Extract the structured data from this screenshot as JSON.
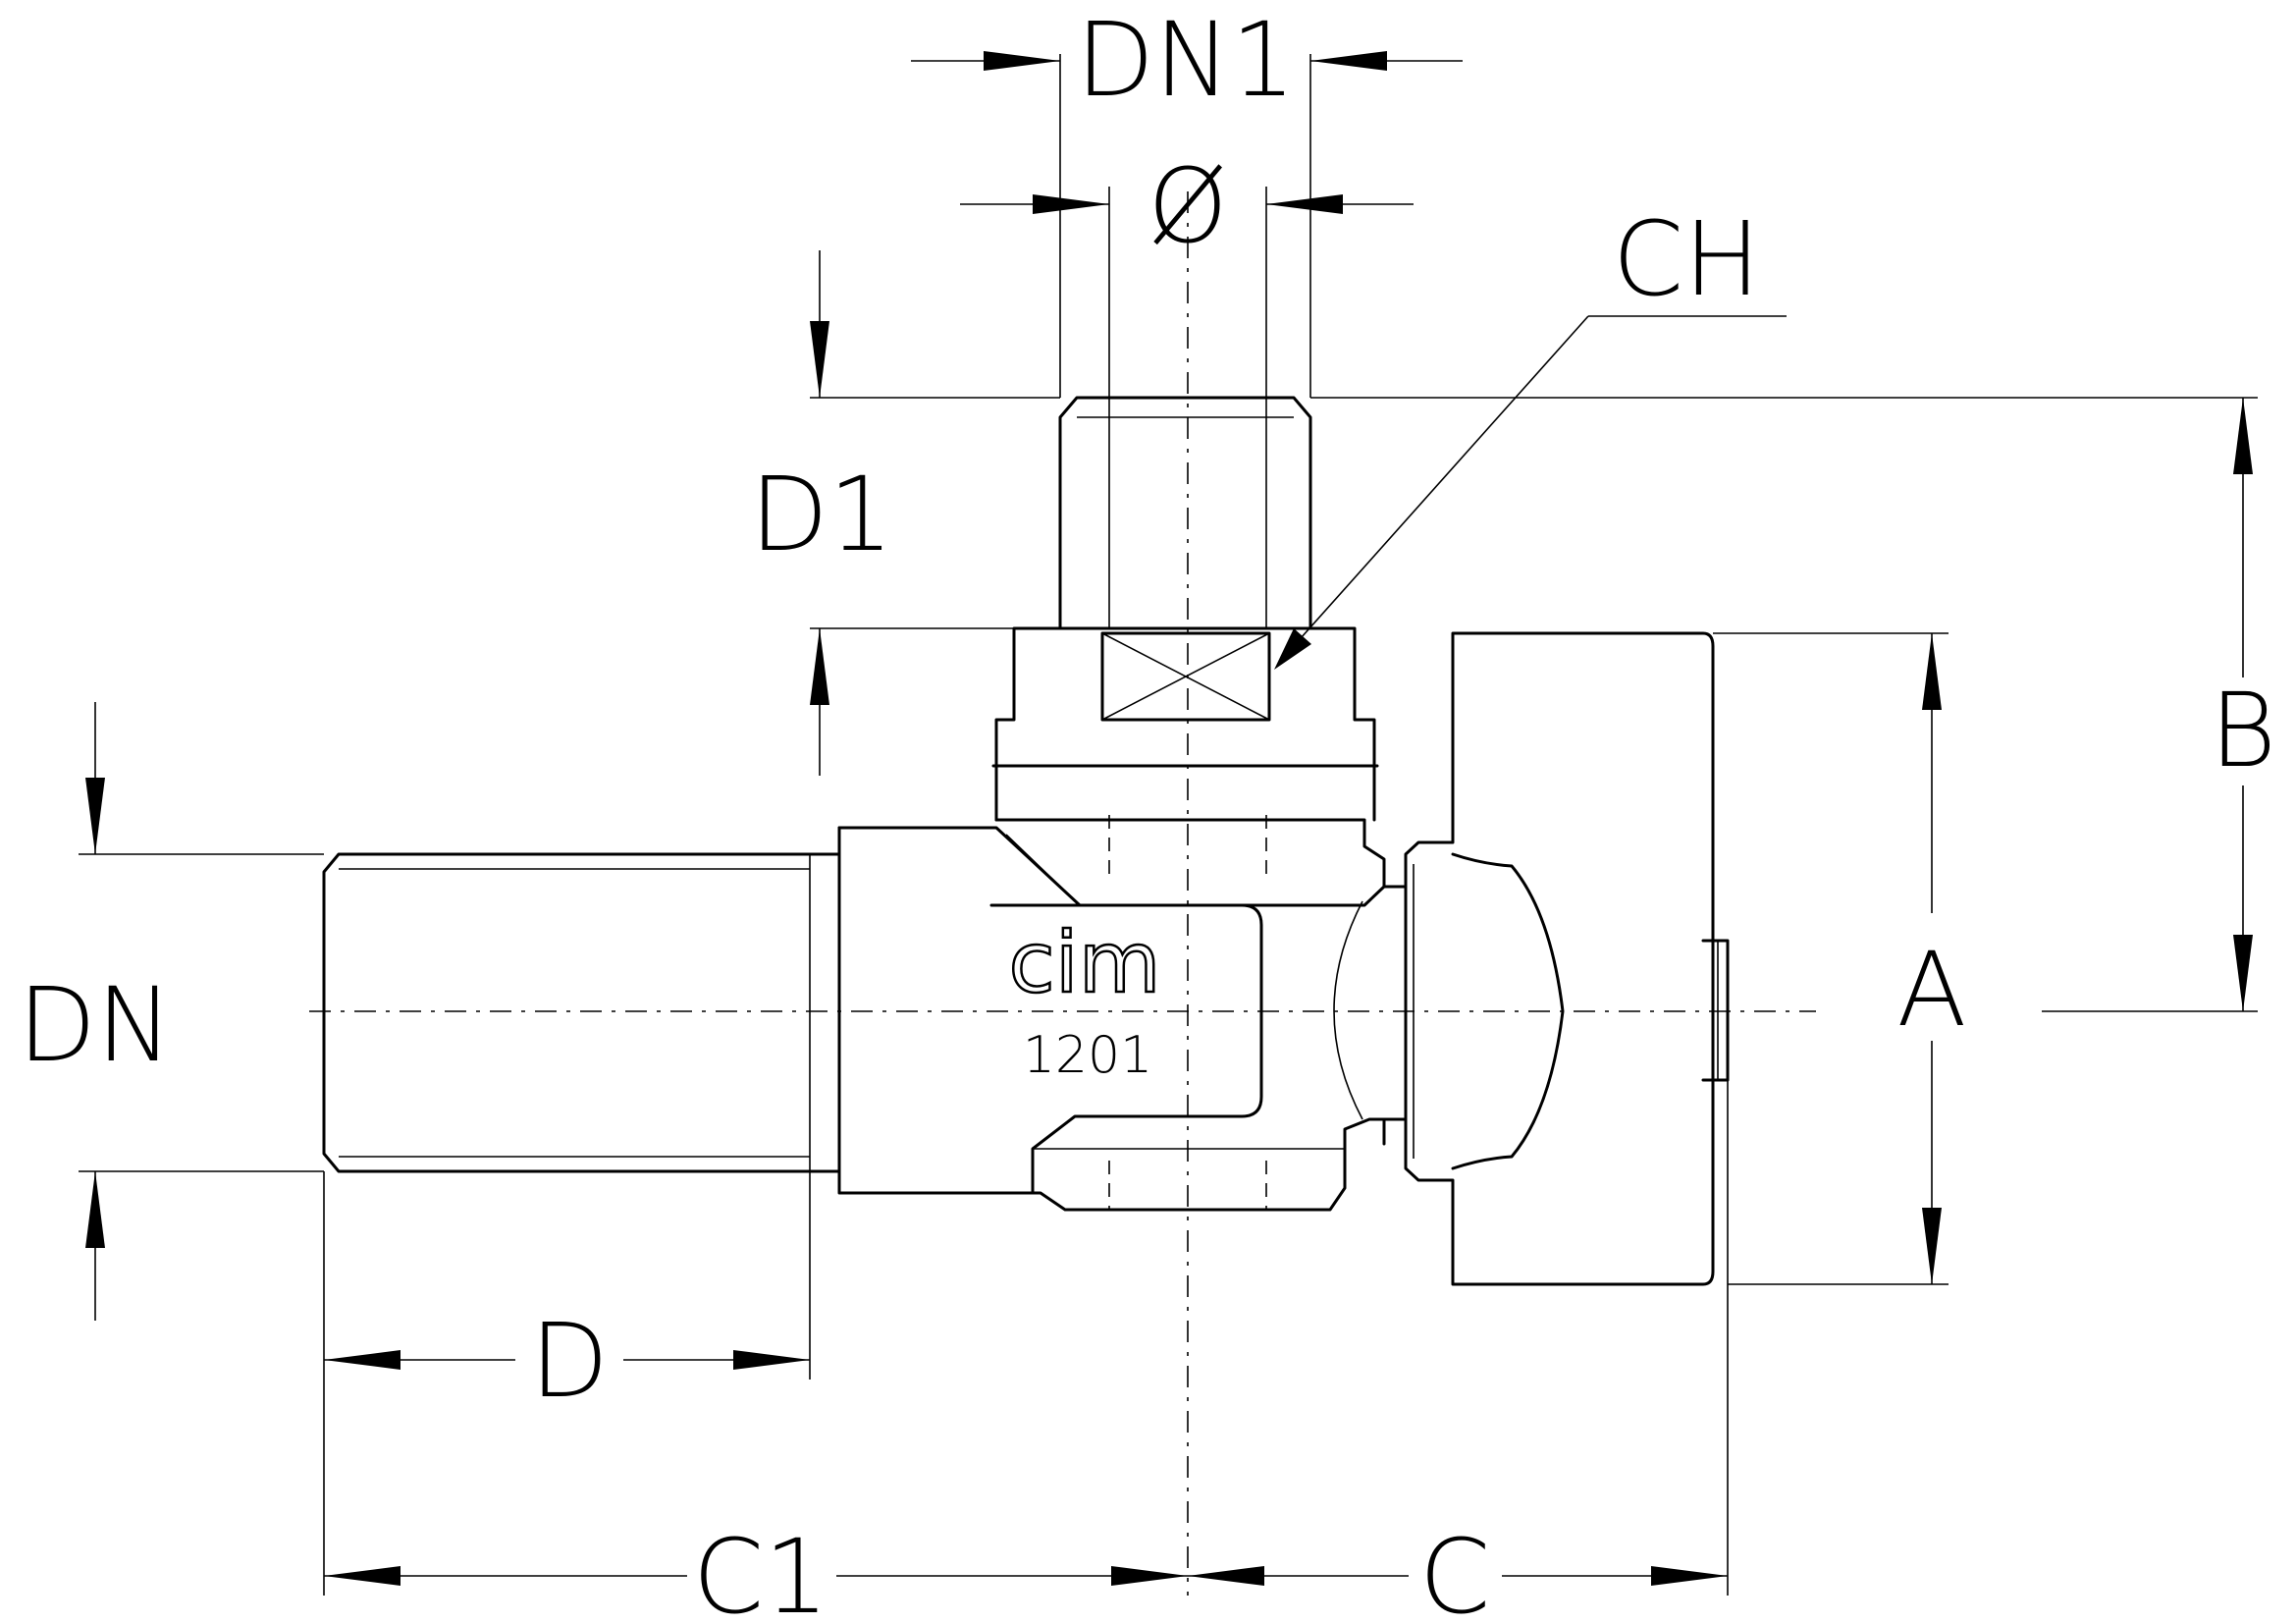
{
  "labels": {
    "dn1": "DN1",
    "diameter": "Ø",
    "ch": "CH",
    "d1": "D1",
    "b": "B",
    "a": "A",
    "dn": "DN",
    "d": "D",
    "c1": "C1",
    "c": "C"
  },
  "body_marking": {
    "brand": "cim",
    "model": "1201"
  }
}
